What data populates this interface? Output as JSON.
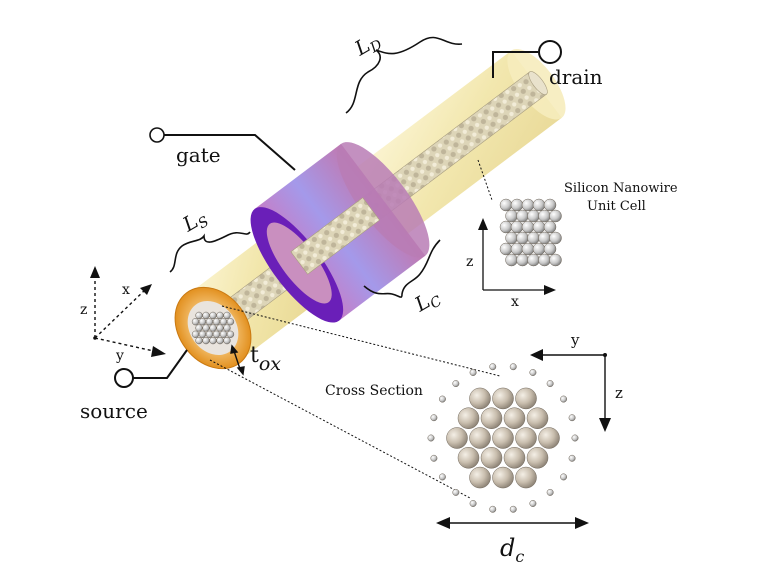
{
  "labels": {
    "drain": "drain",
    "gate": "gate",
    "source": "source",
    "unit_cell_line1": "Silicon Nanowire",
    "unit_cell_line2": "Unit Cell",
    "cross_section": "Cross Section",
    "l_d_main": "L",
    "l_d_sub": "D",
    "l_s_main": "L",
    "l_s_sub": "S",
    "l_c_main": "L",
    "l_c_sub": "C",
    "tox_main": "t",
    "tox_sub": "ox",
    "dc_main": "d",
    "dc_sub": "c"
  },
  "axes": {
    "left": {
      "x": "x",
      "y": "y",
      "z": "z"
    },
    "unit_cell": {
      "x": "x",
      "z": "z"
    },
    "cross_section": {
      "y": "y",
      "z": "z"
    }
  },
  "colors": {
    "oxide_shell": "#f2e6a8",
    "gate": "#8a6fd6",
    "gate_ring": "#6a1fb8",
    "source_contact": "#e8a030",
    "atom": "#c9beae",
    "atom_small": "#e4e4e4"
  }
}
